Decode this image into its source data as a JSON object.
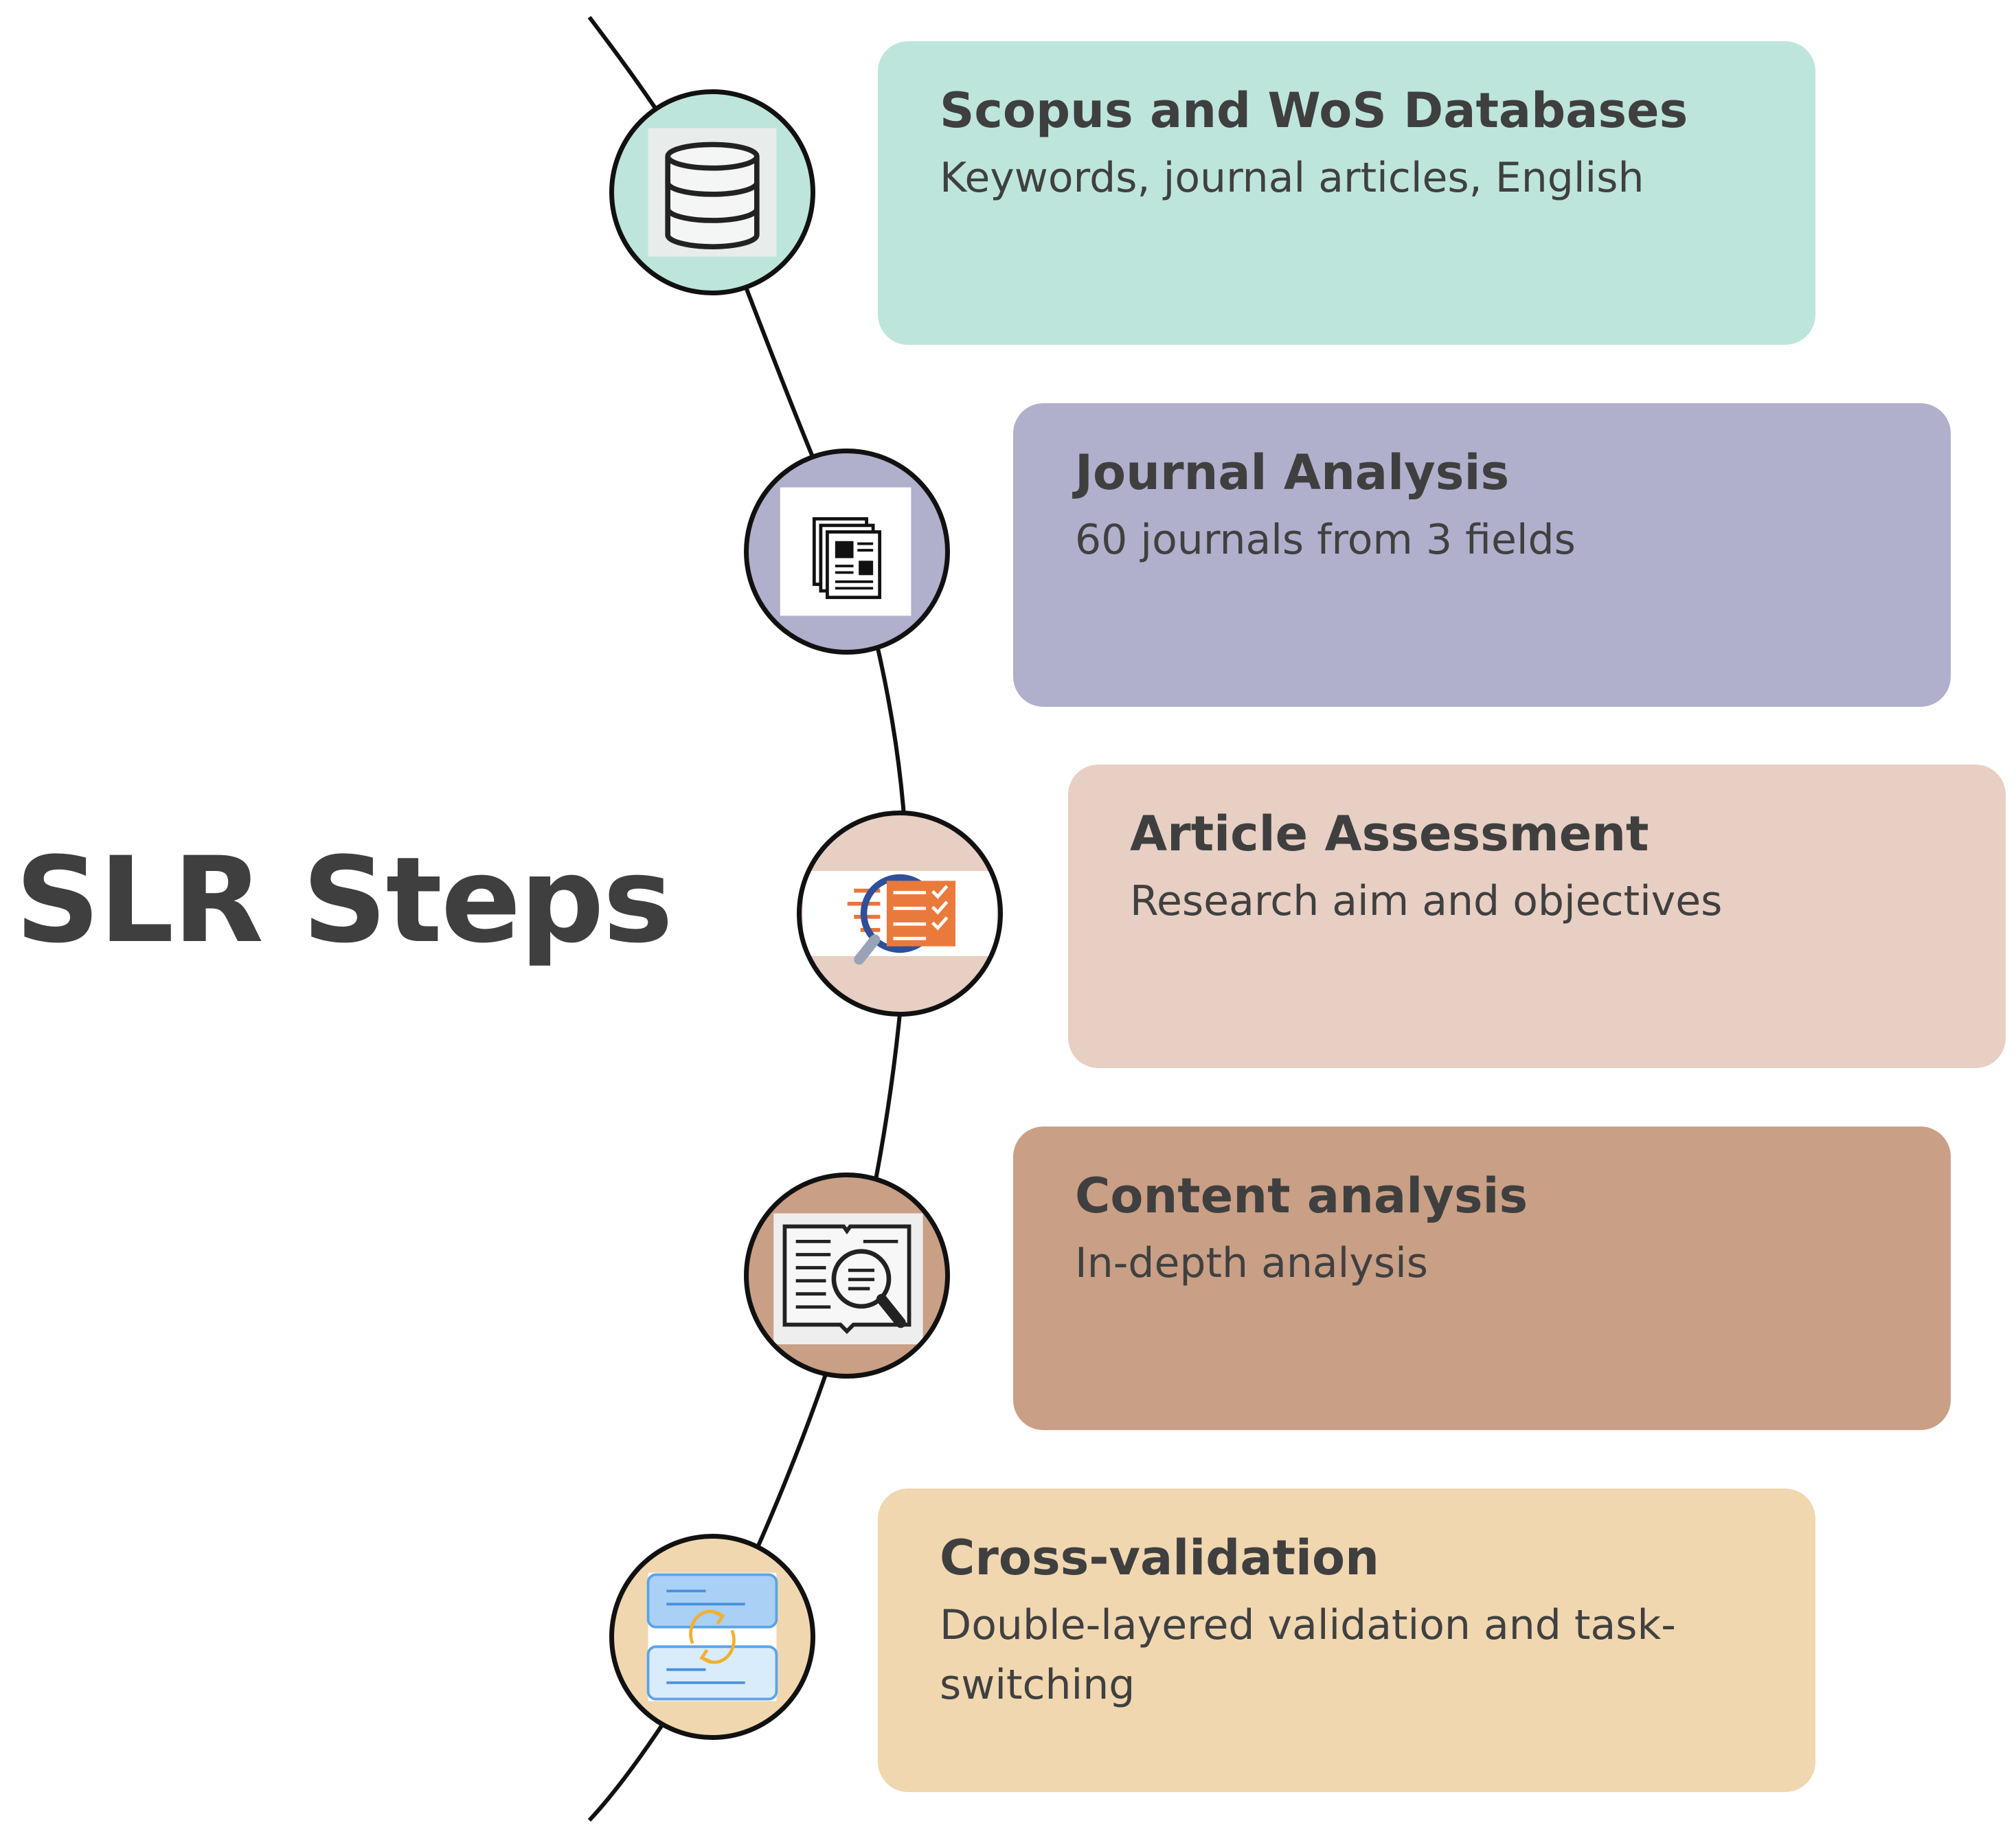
{
  "main_title": "SLR Steps",
  "steps": [
    {
      "title": "Scopus and WoS Databases",
      "description": "Keywords, journal articles, English",
      "icon": "database-icon",
      "color": "#bde5db"
    },
    {
      "title": "Journal Analysis",
      "description": "60 journals from 3 fields",
      "icon": "documents-icon",
      "color": "#b0b0cd"
    },
    {
      "title": "Article Assessment",
      "description": "Research aim and objectives",
      "icon": "checklist-magnifier-icon",
      "color": "#e8cfc3"
    },
    {
      "title": "Content analysis",
      "description": "In-depth analysis",
      "icon": "book-magnifier-icon",
      "color": "#c99f86"
    },
    {
      "title": "Cross-validation",
      "description": "Double-layered validation and task-switching",
      "icon": "sync-cards-icon",
      "color": "#f0d7b0"
    }
  ],
  "colors": {
    "line": "#111111",
    "title_text": "#3f3f3f"
  }
}
